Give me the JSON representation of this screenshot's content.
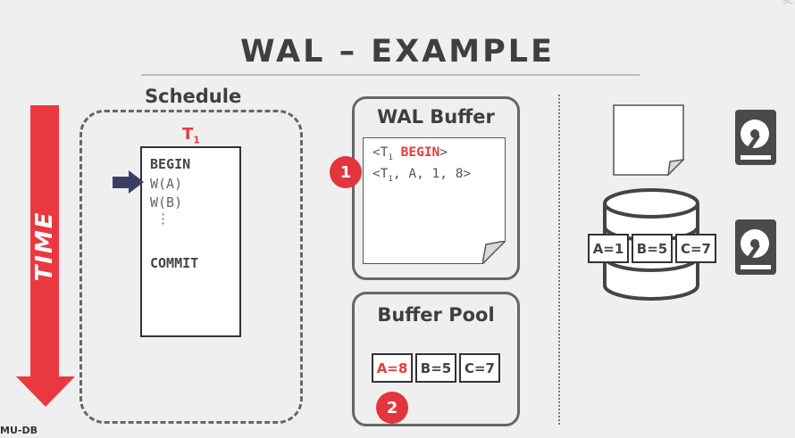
{
  "slide": {
    "title": "WAL – EXAMPLE",
    "corner_text": "SC",
    "footer": "MU-DB",
    "time_label": "TIME"
  },
  "schedule": {
    "label": "Schedule",
    "txn_name": "T",
    "txn_sub": "1",
    "ops": [
      "BEGIN",
      "W(A)",
      "W(B)",
      "⋮",
      "COMMIT"
    ]
  },
  "wal_buffer": {
    "title": "WAL Buffer",
    "entries": [
      {
        "open": "<T",
        "sub": "1",
        "keyword": "BEGIN",
        "close": ">"
      },
      {
        "open": "<T",
        "sub": "1",
        "rest": ", A, 1, 8>"
      }
    ]
  },
  "buffer_pool": {
    "title": "Buffer Pool",
    "cells": [
      "A=8",
      "B=5",
      "C=7"
    ]
  },
  "disk": {
    "cells": [
      "A=1",
      "B=5",
      "C=7"
    ]
  },
  "badges": [
    "1",
    "2"
  ],
  "colors": {
    "accent": "#e9393f",
    "arrow": "#3b3f63",
    "border": "#666666"
  },
  "icons": [
    "time-arrow-icon",
    "current-op-arrow-icon",
    "wal-file-icon",
    "database-icon",
    "hard-drive-icon"
  ]
}
